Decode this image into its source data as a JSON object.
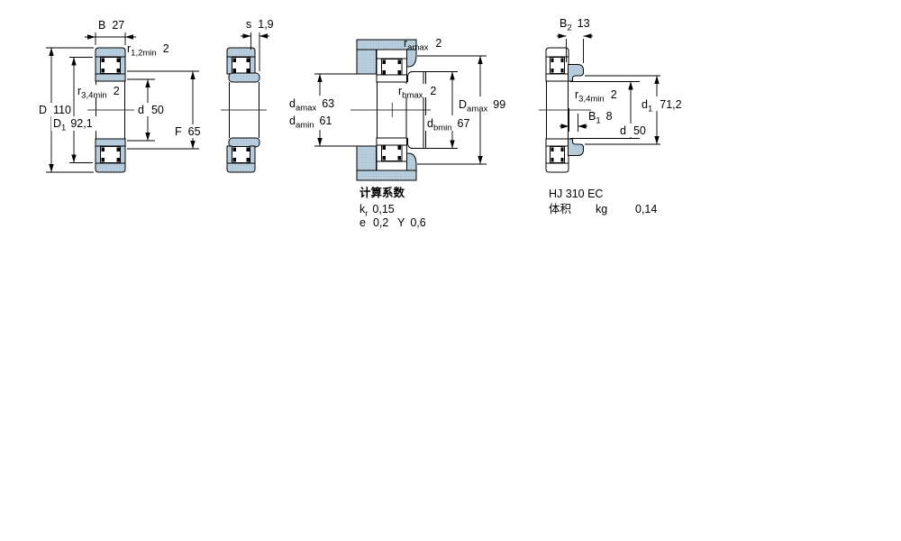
{
  "drawing1": {
    "B": {
      "main": "B",
      "value": "27"
    },
    "r12": {
      "main": "r",
      "sub": "1,2min",
      "value": "2"
    },
    "D": {
      "main": "D",
      "value": "110"
    },
    "D1": {
      "main": "D",
      "sub": "1",
      "value": "92,1"
    },
    "r34": {
      "main": "r",
      "sub": "3,4min",
      "value": "2"
    },
    "d": {
      "main": "d",
      "value": "50"
    },
    "F": {
      "main": "F",
      "value": "65"
    }
  },
  "drawing2": {
    "s": {
      "main": "s",
      "value": "1,9"
    }
  },
  "drawing3": {
    "ramax": {
      "main": "r",
      "sub": "amax",
      "value": "2"
    },
    "damax": {
      "main": "d",
      "sub": "amax",
      "value": "63"
    },
    "damin": {
      "main": "d",
      "sub": "amin",
      "value": "61"
    },
    "rbmax": {
      "main": "r",
      "sub": "bmax",
      "value": "2"
    },
    "dbmin": {
      "main": "d",
      "sub": "bmin",
      "value": "67"
    },
    "Damax": {
      "main": "D",
      "sub": "amax",
      "value": "99"
    }
  },
  "drawing4": {
    "B2": {
      "main": "B",
      "sub": "2",
      "value": "13"
    },
    "r34": {
      "main": "r",
      "sub": "3,4min",
      "value": "2"
    },
    "B1": {
      "main": "B",
      "sub": "1",
      "value": "8"
    },
    "d1": {
      "main": "d",
      "sub": "1",
      "value": "71,2"
    },
    "d": {
      "main": "d",
      "value": "50"
    }
  },
  "calculation_factors": {
    "title": "计算系数",
    "kr": {
      "main": "k",
      "sub": "r",
      "value": "0,15"
    },
    "e": {
      "main": "e",
      "value": "0,2"
    },
    "Y": {
      "main": "Y",
      "value": "0,6"
    }
  },
  "angle_ring": {
    "designation": "HJ 310 EC",
    "mass_label": "体积",
    "mass_unit": "kg",
    "mass_value": "0,14"
  },
  "colors": {
    "steel_fill": "#bdd2e0",
    "steel_dot": "#87a7bc",
    "line": "#000000",
    "background": "#ffffff"
  }
}
